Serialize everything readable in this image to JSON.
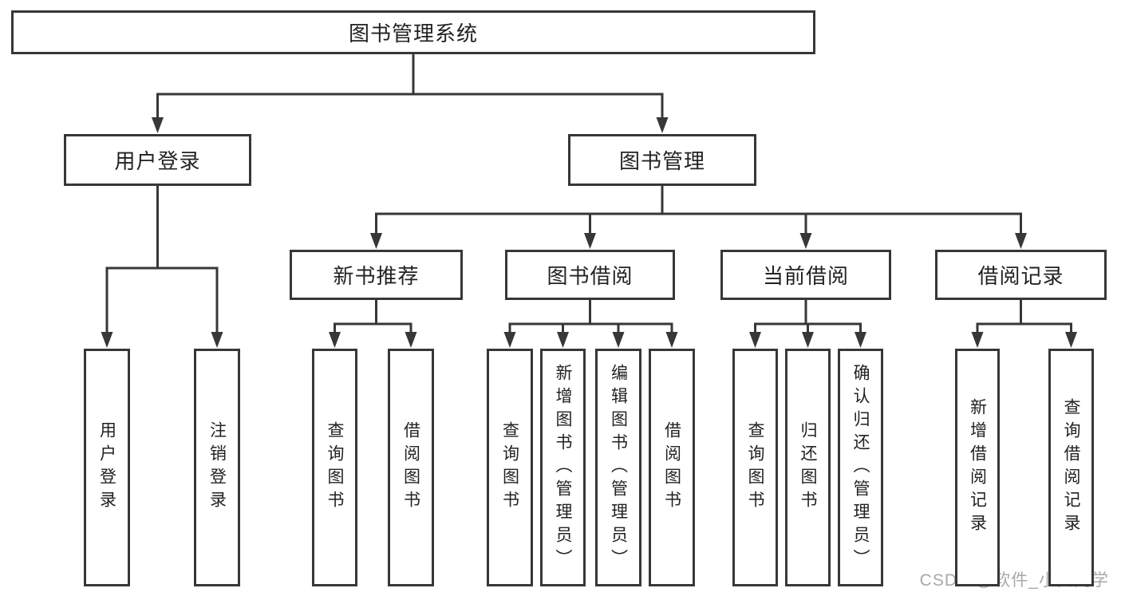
{
  "diagram_title": "图书管理系统",
  "nodes": {
    "root": {
      "label": "图书管理系统"
    },
    "login": {
      "label": "用户登录"
    },
    "mgmt": {
      "label": "图书管理"
    },
    "rec": {
      "label": "新书推荐"
    },
    "borrow": {
      "label": "图书借阅"
    },
    "current": {
      "label": "当前借阅"
    },
    "records": {
      "label": "借阅记录"
    },
    "login_user": {
      "label": "用户登录"
    },
    "login_logout": {
      "label": "注销登录"
    },
    "rec_query": {
      "label": "查询图书"
    },
    "rec_borrow": {
      "label": "借阅图书"
    },
    "borrow_query": {
      "label": "查询图书"
    },
    "borrow_add": {
      "label": "新增图书（管理员）"
    },
    "borrow_edit": {
      "label": "编辑图书（管理员）"
    },
    "borrow_lend": {
      "label": "借阅图书"
    },
    "current_query": {
      "label": "查询图书"
    },
    "current_return": {
      "label": "归还图书"
    },
    "current_confirm": {
      "label": "确认归还（管理员）"
    },
    "records_add": {
      "label": "新增借阅记录"
    },
    "records_query": {
      "label": "查询借阅记录"
    }
  },
  "edges": [
    {
      "parent": "root",
      "children": [
        "login",
        "mgmt"
      ]
    },
    {
      "parent": "login",
      "children": [
        "login_user",
        "login_logout"
      ]
    },
    {
      "parent": "mgmt",
      "children": [
        "rec",
        "borrow",
        "current",
        "records"
      ]
    },
    {
      "parent": "rec",
      "children": [
        "rec_query",
        "rec_borrow"
      ]
    },
    {
      "parent": "borrow",
      "children": [
        "borrow_query",
        "borrow_add",
        "borrow_edit",
        "borrow_lend"
      ]
    },
    {
      "parent": "current",
      "children": [
        "current_query",
        "current_return",
        "current_confirm"
      ]
    },
    {
      "parent": "records",
      "children": [
        "records_add",
        "records_query"
      ]
    }
  ],
  "watermark": "CSDN @软件_小贺同学",
  "colors": {
    "line": "#373737",
    "text": "#222222",
    "background": "#ffffff",
    "watermark": "#a8a8a8"
  }
}
